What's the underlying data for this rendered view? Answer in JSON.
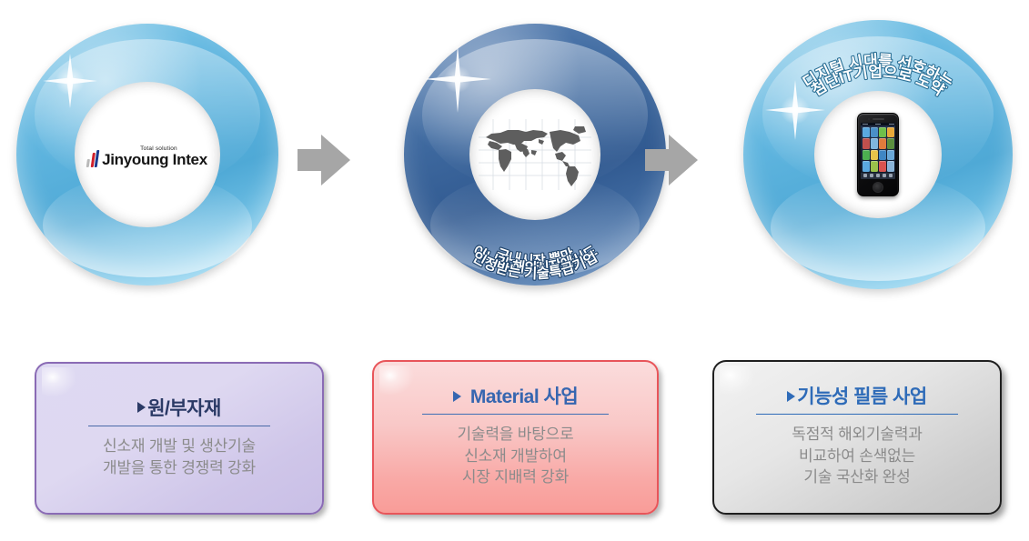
{
  "circles": [
    {
      "id": "company-identity",
      "ring_color": "#5fb5df",
      "style": "light-blue-donut",
      "logo": {
        "brand": "Jinyoung Intex",
        "tagline": "Total solution",
        "bar_colors": [
          "#b9b9b9",
          "#cf1f2b",
          "#1b3a8e"
        ]
      },
      "arc_text": []
    },
    {
      "id": "global-market",
      "ring_color": "#3f6aa0",
      "style": "dark-blue-donut",
      "center_icon": "world-map-icon",
      "arc_position": "bottom",
      "arc_text": [
        "국내시장 뿐만",
        "아니라 해외시장에서도",
        "인정받는 기술특급기업"
      ]
    },
    {
      "id": "digital-it",
      "ring_color": "#5fb5df",
      "style": "light-blue-donut",
      "center_icon": "smartphone-icon",
      "arc_position": "top",
      "arc_text": [
        "디지털 시대를 선호하는",
        "첨단IT기업으로 도약"
      ]
    }
  ],
  "arrows": [
    {
      "id": "arrow-1",
      "direction": "right",
      "color": "#a6a6a6"
    },
    {
      "id": "arrow-2",
      "direction": "right",
      "color": "#a6a6a6"
    }
  ],
  "boxes": [
    {
      "id": "raw-materials",
      "marker": "▶",
      "title": "원/부자재",
      "body": "신소재 개발 및 생산기술\n개발을 통한 경쟁력 강화",
      "title_color": "#2b3a66",
      "border_color": "#8a6bb5",
      "fill_color": "#ded9f2"
    },
    {
      "id": "material-business",
      "marker": "▶",
      "title": "Material 사업",
      "body": "기술력을 바탕으로\n신소재 개발하여\n시장 지배력 강화",
      "title_color": "#3666b0",
      "border_color": "#e8555a",
      "fill_color": "#f9c8c7"
    },
    {
      "id": "functional-film-business",
      "marker": "▶",
      "title": "기능성 필름 사업",
      "body": "독점적 해외기술력과\n비교하여 손색없는\n기술 국산화 완성",
      "title_color": "#2e6bb8",
      "border_color": "#1f1f1f",
      "fill_color": "#e6e6e6"
    }
  ],
  "phone_app_colors": [
    "#5aa9e0",
    "#4a90c8",
    "#6fbf4a",
    "#e8a93a",
    "#c0504d",
    "#7fb5dd",
    "#e07b3c",
    "#5b8f3e",
    "#4caf50",
    "#e8c44a",
    "#3f86c4",
    "#6aa8d8",
    "#5aa9e0",
    "#9ac24a",
    "#d9534f",
    "#8ab4d8"
  ]
}
